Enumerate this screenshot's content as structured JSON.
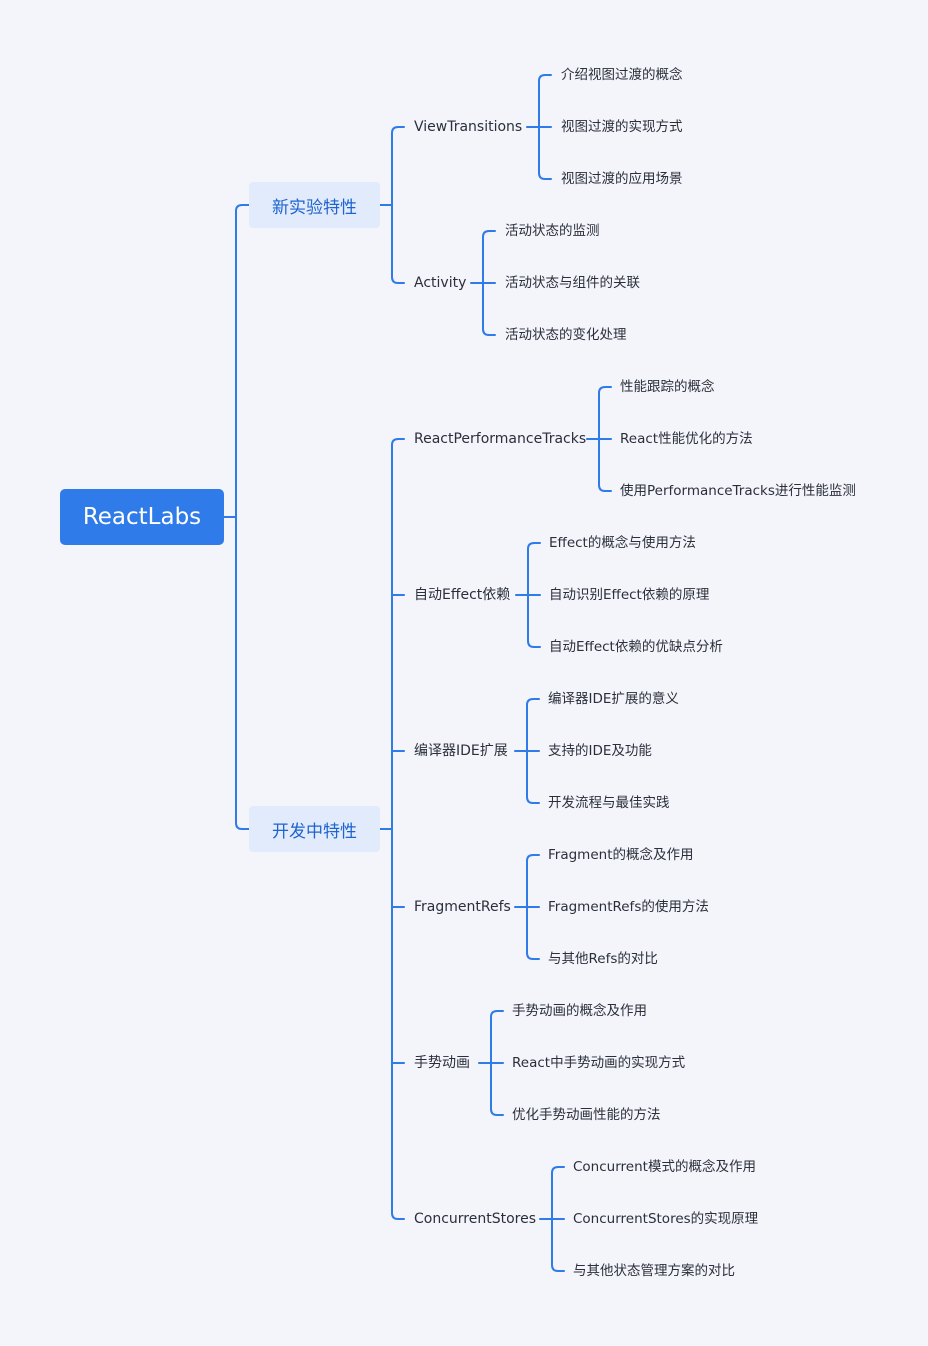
{
  "colors": {
    "background": "#f4f5fb",
    "connector": "#2f7bea",
    "root_fill": "#2f7bea",
    "root_text": "#ffffff",
    "branch_fill": "#e2ebfb",
    "branch_text": "#1f63cf",
    "text": "#2a2f3a"
  },
  "root": {
    "label": "ReactLabs"
  },
  "branches": [
    {
      "label": "新实验特性",
      "topics": [
        {
          "label": "ViewTransitions",
          "items": [
            "介绍视图过渡的概念",
            "视图过渡的实现方式",
            "视图过渡的应用场景"
          ]
        },
        {
          "label": "Activity",
          "items": [
            "活动状态的监测",
            "活动状态与组件的关联",
            "活动状态的变化处理"
          ]
        }
      ]
    },
    {
      "label": "开发中特性",
      "topics": [
        {
          "label": "ReactPerformanceTracks",
          "items": [
            "性能跟踪的概念",
            "React性能优化的方法",
            "使用PerformanceTracks进行性能监测"
          ]
        },
        {
          "label": "自动Effect依赖",
          "items": [
            "Effect的概念与使用方法",
            "自动识别Effect依赖的原理",
            "自动Effect依赖的优缺点分析"
          ]
        },
        {
          "label": "编译器IDE扩展",
          "items": [
            "编译器IDE扩展的意义",
            "支持的IDE及功能",
            "开发流程与最佳实践"
          ]
        },
        {
          "label": "FragmentRefs",
          "items": [
            "Fragment的概念及作用",
            "FragmentRefs的使用方法",
            "与其他Refs的对比"
          ]
        },
        {
          "label": "手势动画",
          "items": [
            "手势动画的概念及作用",
            "React中手势动画的实现方式",
            "优化手势动画性能的方法"
          ]
        },
        {
          "label": "ConcurrentStores",
          "items": [
            "Concurrent模式的概念及作用",
            "ConcurrentStores的实现原理",
            "与其他状态管理方案的对比"
          ]
        }
      ]
    }
  ]
}
